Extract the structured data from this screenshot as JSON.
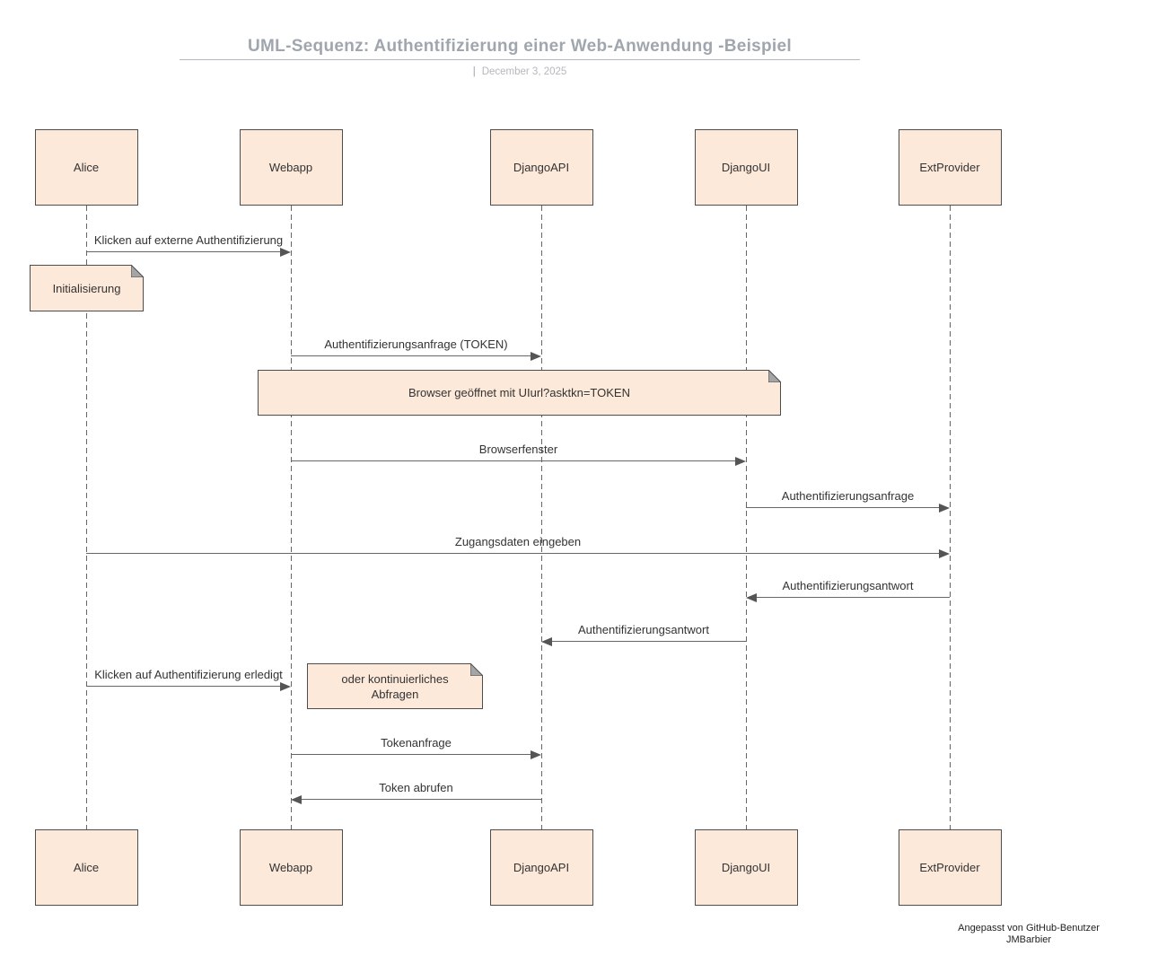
{
  "title": "UML-Sequenz: Authentifizierung einer Web-Anwendung -Beispiel",
  "date_separator": "|",
  "date_label": "December 3, 2025",
  "footer": {
    "line1": "Angepasst von GitHub-Benutzer",
    "line2": "JMBarbier"
  },
  "colors": {
    "actor_fill": "#fce9da",
    "actor_border": "#4d4d4d",
    "line": "#666666",
    "arrowhead": "#555555",
    "title_text": "#a0a6ae",
    "muted_text": "#b3b8bf",
    "text": "#333333"
  },
  "actors": [
    "Alice",
    "Webapp",
    "DjangoAPI",
    "DjangoUI",
    "ExtProvider"
  ],
  "messages": [
    {
      "from": "Alice",
      "to": "Webapp",
      "label": "Klicken auf externe Authentifizierung"
    },
    {
      "from": "Webapp",
      "to": "DjangoAPI",
      "label": "Authentifizierungsanfrage (TOKEN)"
    },
    {
      "from": "Webapp",
      "to": "DjangoUI",
      "label": "Browserfenster"
    },
    {
      "from": "DjangoUI",
      "to": "ExtProvider",
      "label": "Authentifizierungsanfrage"
    },
    {
      "from": "Alice",
      "to": "ExtProvider",
      "label": "Zugangsdaten eingeben"
    },
    {
      "from": "ExtProvider",
      "to": "DjangoUI",
      "label": "Authentifizierungsantwort"
    },
    {
      "from": "DjangoUI",
      "to": "DjangoAPI",
      "label": "Authentifizierungsantwort"
    },
    {
      "from": "Alice",
      "to": "Webapp",
      "label": "Klicken auf Authentifizierung erledigt"
    },
    {
      "from": "Webapp",
      "to": "DjangoAPI",
      "label": "Tokenanfrage"
    },
    {
      "from": "DjangoAPI",
      "to": "Webapp",
      "label": "Token abrufen"
    }
  ],
  "notes": [
    {
      "lines": [
        "Initialisierung"
      ]
    },
    {
      "lines": [
        "Browser geöffnet mit UIurl?asktkn=TOKEN"
      ]
    },
    {
      "lines": [
        "oder kontinuierliches",
        "Abfragen"
      ]
    }
  ]
}
